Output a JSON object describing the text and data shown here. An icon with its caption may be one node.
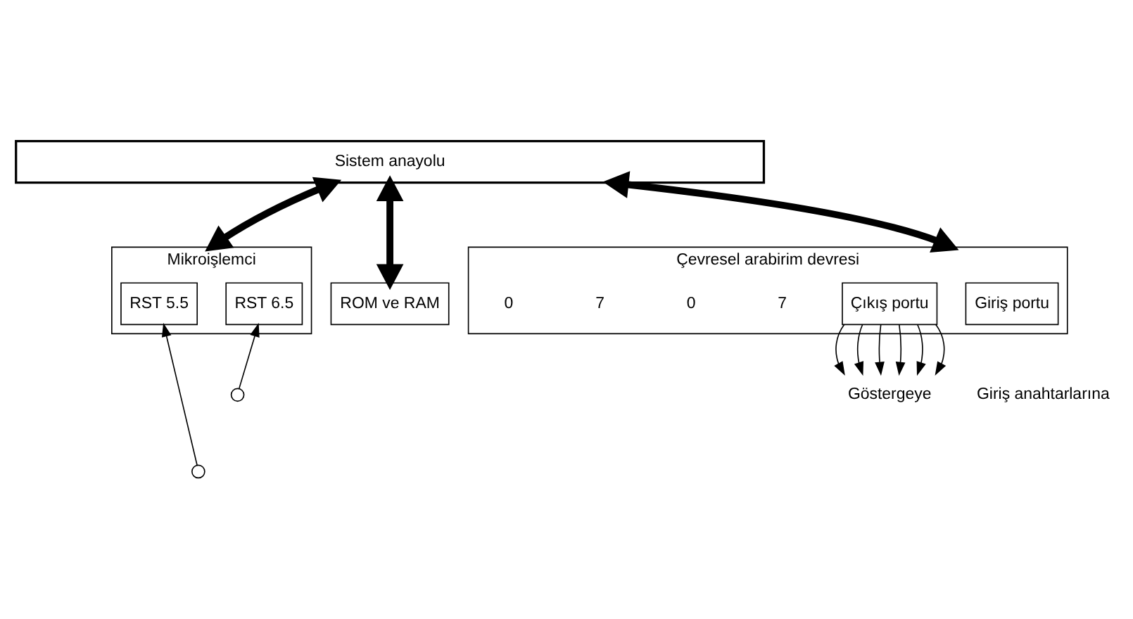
{
  "diagram": {
    "nodes": [
      {
        "text": [
          "Sistem anayolu"
        ]
      },
      {
        "text": [
          "Mikroişlemci"
        ]
      },
      {
        "text": [
          "RST 5.5"
        ],
        "in": 1
      },
      {
        "text": [
          "RST 6.5"
        ],
        "in": 1
      },
      {
        "text": [
          "ROM ve RAM"
        ]
      },
      {
        "text": [
          "Çevresel arabirim devresi"
        ]
      },
      {
        "text": [
          "Giriş portu"
        ],
        "in": 5
      },
      {
        "text": [
          "Çıkış portu"
        ],
        "in": 5
      },
      {
        "text": [],
        "shape": "circle"
      },
      {
        "text": [],
        "shape": "circle"
      },
      {
        "text": [
          "Göstergeye"
        ]
      }
    ],
    "edges": [
      {
        "from": 0,
        "to": 1,
        "arrow": "both",
        "style": "thick"
      },
      {
        "from": 0,
        "to": 4,
        "arrow": "both",
        "style": "thick"
      },
      {
        "from": 0,
        "to": 5,
        "arrow": "both",
        "style": "thick"
      },
      {
        "from": 8,
        "to": 3,
        "arrow": "to"
      },
      {
        "from": 9,
        "to": 2,
        "arrow": "to"
      },
      {
        "from": 7,
        "to": 10,
        "arrow": "to"
      },
      {
        "from": 7,
        "to": 10,
        "arrow": "to"
      },
      {
        "from": 7,
        "to": 10,
        "arrow": "to"
      },
      {
        "from": 7,
        "to": 10,
        "arrow": "to"
      },
      {
        "from": 7,
        "to": 10,
        "arrow": "to"
      },
      {
        "from": 7,
        "to": 10,
        "arrow": "to"
      }
    ],
    "labels": [
      "7",
      "0",
      "7",
      "0",
      "Giriş anahtarlarına"
    ]
  }
}
